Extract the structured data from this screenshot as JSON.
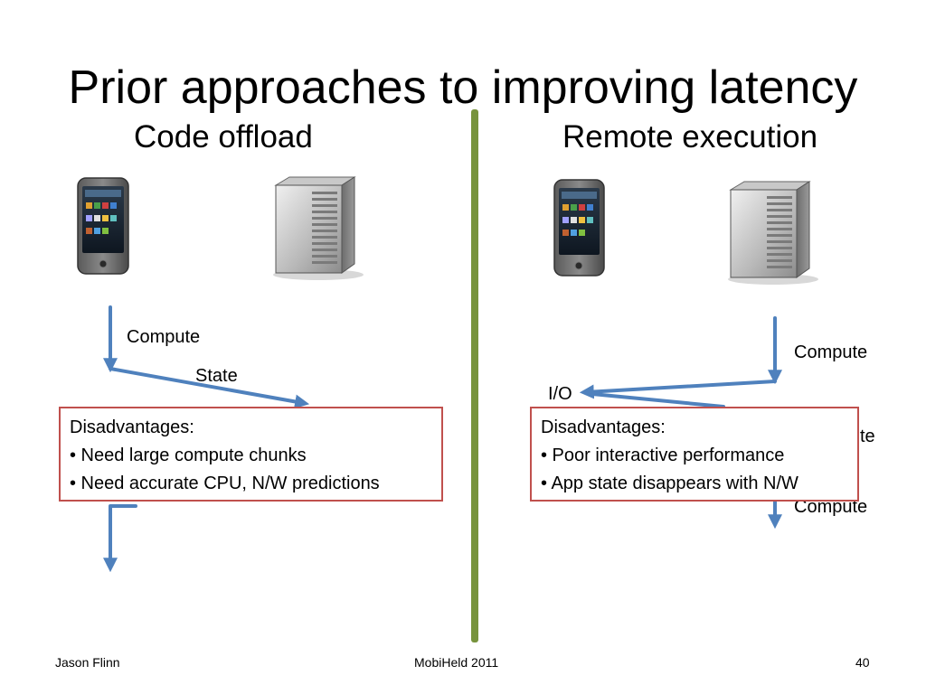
{
  "slide": {
    "title": "Prior approaches to improving latency",
    "left_heading": "Code offload",
    "right_heading": "Remote execution"
  },
  "left_diagram": {
    "labels": [
      "Compute",
      "State"
    ],
    "box_title": "Disadvantages:",
    "box_items": [
      "• Need large compute chunks",
      "• Need accurate CPU, N/W predictions"
    ]
  },
  "right_diagram": {
    "labels": [
      "Compute",
      "I/O",
      "te",
      "Compute"
    ],
    "box_title": "Disadvantages:",
    "box_items": [
      "• Poor interactive performance",
      "• App state disappears with N/W"
    ]
  },
  "footer": {
    "author": "Jason Flinn",
    "event": "MobiHeld 2011",
    "page": "40"
  },
  "colors": {
    "arrow": "#4f81bd",
    "divider": "#77933c",
    "box_border": "#c0504d"
  }
}
